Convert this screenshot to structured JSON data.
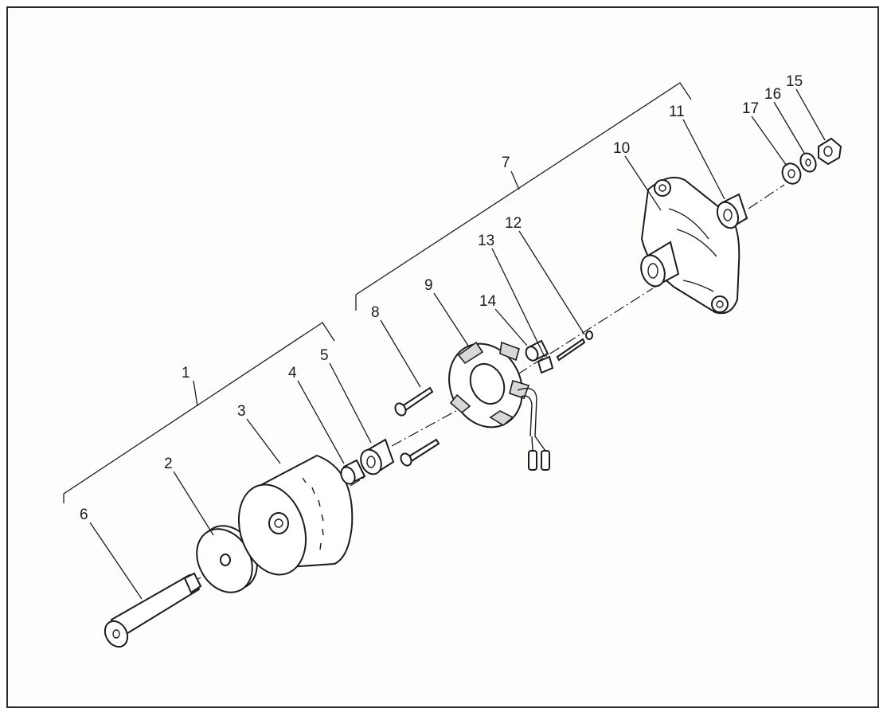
{
  "labels": {
    "p1": "1",
    "p2": "2",
    "p3": "3",
    "p4": "4",
    "p5": "5",
    "p6": "6",
    "p7": "7",
    "p8": "8",
    "p9": "9",
    "p10": "10",
    "p11": "11",
    "p12": "12",
    "p13": "13",
    "p14": "14",
    "p15": "15",
    "p16": "16",
    "p17": "17"
  },
  "colors": {
    "line": "#1c1c1c",
    "background": "#fdfdfc",
    "border": "#2a2a2a"
  }
}
